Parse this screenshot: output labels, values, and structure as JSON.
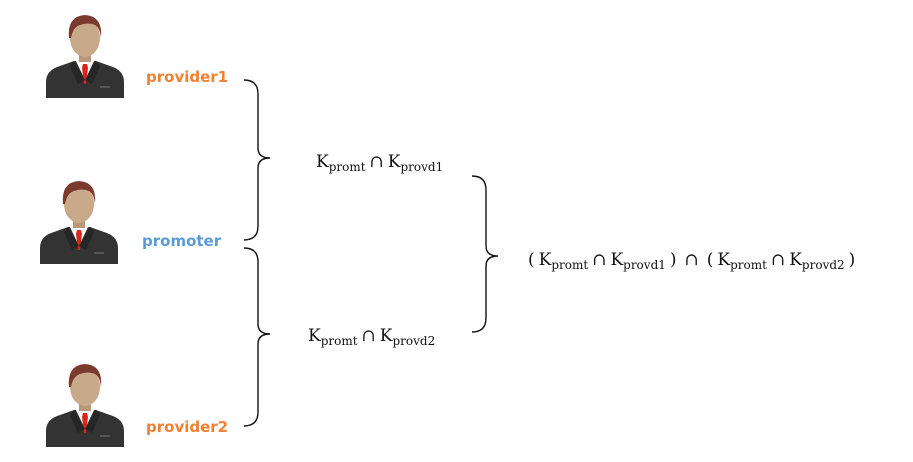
{
  "colors": {
    "provider": "#f08032",
    "promoter": "#5b9bd5",
    "suit": "#333333",
    "tie": "#d9261c",
    "skin": "#c8a98a",
    "hair": "#7a3b2e"
  },
  "people": {
    "provider1": {
      "label": "provider1",
      "icon": "businessman-icon"
    },
    "promoter": {
      "label": "promoter",
      "icon": "businessman-icon"
    },
    "provider2": {
      "label": "provider2",
      "icon": "businessman-icon"
    }
  },
  "formulas": {
    "top": {
      "k": "K",
      "sub_a": "promt",
      "op": "∩",
      "sub_b": "provd1"
    },
    "bottom": {
      "k": "K",
      "sub_a": "promt",
      "op": "∩",
      "sub_b": "provd2"
    },
    "result": {
      "open": "(",
      "close": ")",
      "k": "K",
      "sub_a": "promt",
      "op": "∩",
      "sub_b1": "provd1",
      "sub_b2": "provd2"
    }
  }
}
